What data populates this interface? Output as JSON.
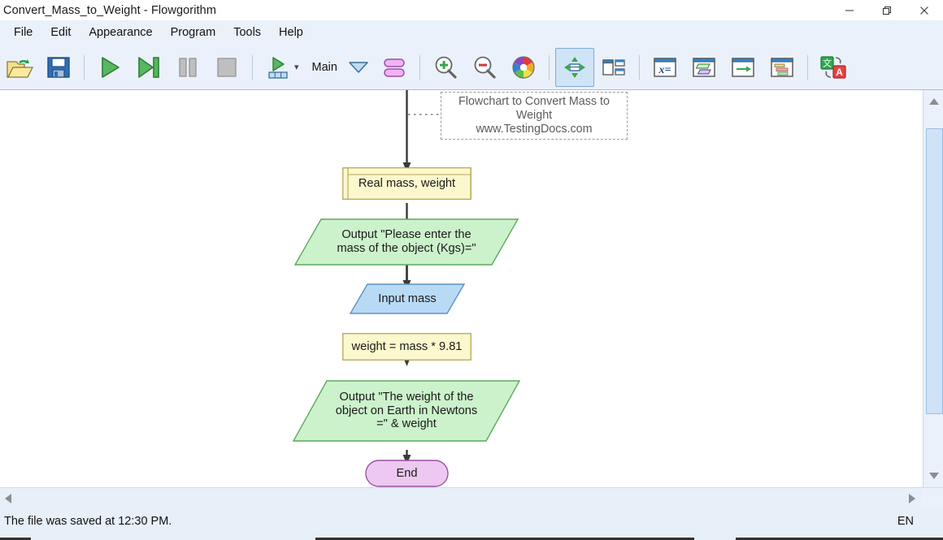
{
  "window": {
    "title": "Convert_Mass_to_Weight - Flowgorithm",
    "controls": [
      {
        "name": "minimize",
        "glyph": "minimize-icon"
      },
      {
        "name": "maximize",
        "glyph": "restore-icon"
      },
      {
        "name": "close",
        "glyph": "close-icon"
      }
    ]
  },
  "menubar": {
    "items": [
      {
        "label": "File"
      },
      {
        "label": "Edit"
      },
      {
        "label": "Appearance"
      },
      {
        "label": "Program"
      },
      {
        "label": "Tools"
      },
      {
        "label": "Help"
      }
    ]
  },
  "toolbar": {
    "open_icon": "open-folder-icon",
    "save_icon": "save-disk-icon",
    "run_icon": "run-play-icon",
    "step_icon": "step-forward-icon",
    "pause_icon": "pause-icon",
    "stop_icon": "stop-icon",
    "step_into_icon": "step-into-icon",
    "function_label": "Main",
    "function_caret_icon": "chevron-down-icon",
    "shapes_icon": "shape-pair-icon",
    "zoom_in_icon": "zoom-in-icon",
    "zoom_out_icon": "zoom-out-icon",
    "color_wheel_icon": "color-wheel-icon",
    "fit_screen_icon": "fit-to-screen-icon",
    "split_view_icon": "split-view-icon",
    "variables_icon": "variables-icon",
    "shape_window_icon": "shape-window-icon",
    "arrow_window_icon": "arrow-window-icon",
    "code_window_icon": "code-window-icon",
    "translate_icon": "translate-icon"
  },
  "flowchart": {
    "comment": "Flowchart to Convert Mass to Weight\nwww.TestingDocs.com",
    "nodes": [
      {
        "id": "declare",
        "type": "declare",
        "text": "Real mass, weight",
        "fill": "#fbf8cd",
        "stroke": "#b5a65a"
      },
      {
        "id": "output1",
        "type": "output",
        "text": "Output \"Please enter the\nmass of the object (Kgs)=\"",
        "fill": "#ccf2cc",
        "stroke": "#5ca85c"
      },
      {
        "id": "input1",
        "type": "input",
        "text": "Input mass",
        "fill": "#b9daf5",
        "stroke": "#5a92c4"
      },
      {
        "id": "assign1",
        "type": "assign",
        "text": "weight = mass * 9.81",
        "fill": "#fbf8cd",
        "stroke": "#b5a65a"
      },
      {
        "id": "output2",
        "type": "output",
        "text": "Output \"The weight of the\nobject on Earth in Newtons\n=\" & weight",
        "fill": "#ccf2cc",
        "stroke": "#5ca85c"
      },
      {
        "id": "end",
        "type": "terminal",
        "text": "End",
        "fill": "#edc8f0",
        "stroke": "#9a4fa3"
      }
    ]
  },
  "scrollbars": {
    "v_up_icon": "scroll-up-arrow-icon",
    "v_down_icon": "scroll-down-arrow-icon",
    "h_left_icon": "scroll-left-arrow-icon",
    "h_right_icon": "scroll-right-arrow-icon"
  },
  "statusbar": {
    "message": "The file was saved at 12:30 PM.",
    "language": "EN"
  }
}
